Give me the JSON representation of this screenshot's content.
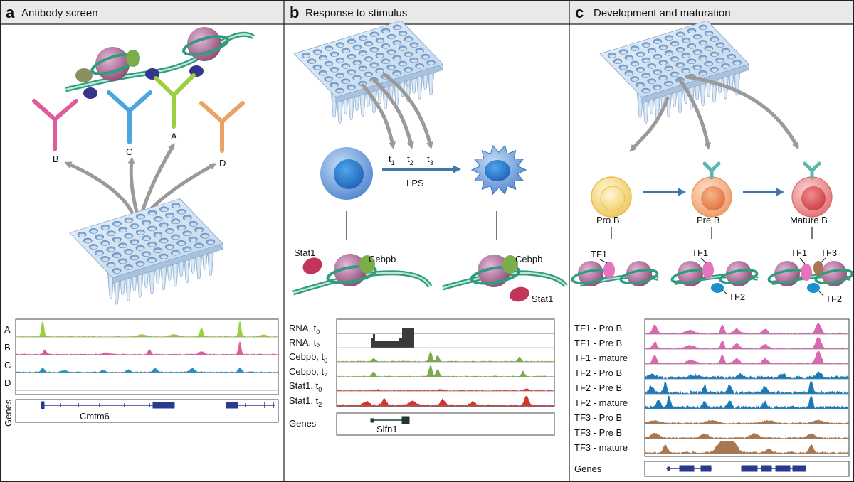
{
  "panels": [
    {
      "letter": "a",
      "title": "Antibody screen"
    },
    {
      "letter": "b",
      "title": "Response to stimulus"
    },
    {
      "letter": "c",
      "title": "Development and maturation"
    }
  ],
  "panel_a": {
    "antibodies": [
      {
        "label": "B",
        "color": "#e05a9c"
      },
      {
        "label": "C",
        "color": "#4aa6dc"
      },
      {
        "label": "A",
        "color": "#9ccf3e"
      },
      {
        "label": "D",
        "color": "#eba362"
      }
    ],
    "tracks": [
      {
        "label": "A",
        "color": "#9ccf3e"
      },
      {
        "label": "B",
        "color": "#e05a9c"
      },
      {
        "label": "C",
        "color": "#2a8ec0"
      },
      {
        "label": "D",
        "color": "#9ccf3e"
      }
    ],
    "genes_label": "Genes",
    "gene_name": "Cmtm6"
  },
  "panel_b": {
    "time_points": [
      "t",
      "t",
      "t"
    ],
    "time_subscripts": [
      "1",
      "2",
      "3"
    ],
    "stimulus": "LPS",
    "left_proteins": [
      "Stat1",
      "Cebpb"
    ],
    "right_proteins": [
      "Cebpb",
      "Stat1"
    ],
    "tracks": [
      {
        "label": "RNA, t",
        "sub": "0",
        "color": "#3a3a3a"
      },
      {
        "label": "RNA, t",
        "sub": "2",
        "color": "#3a3a3a"
      },
      {
        "label": "Cebpb, t",
        "sub": "0",
        "color": "#7cab4a"
      },
      {
        "label": "Cebpb, t",
        "sub": "2",
        "color": "#7cab4a"
      },
      {
        "label": "Stat1, t",
        "sub": "0",
        "color": "#d8322e"
      },
      {
        "label": "Stat1, t",
        "sub": "2",
        "color": "#d8322e"
      }
    ],
    "genes_label": "Genes",
    "gene_name": "Slfn1"
  },
  "panel_c": {
    "stages": [
      "Pro B",
      "Pre B",
      "Mature B"
    ],
    "tf_labels": {
      "tf1": "TF1",
      "tf2": "TF2",
      "tf3": "TF3"
    },
    "tracks": [
      {
        "label": "TF1 - Pro B",
        "color": "#d868b0"
      },
      {
        "label": "TF1 - Pre B",
        "color": "#d868b0"
      },
      {
        "label": "TF1 - mature",
        "color": "#d868b0"
      },
      {
        "label": "TF2 - Pro B",
        "color": "#1a7ab8"
      },
      {
        "label": "TF2 - Pre B",
        "color": "#1a7ab8"
      },
      {
        "label": "TF2 - mature",
        "color": "#1a7ab8"
      },
      {
        "label": "TF3 - Pro B",
        "color": "#a8774f"
      },
      {
        "label": "TF3 - Pre B",
        "color": "#a8774f"
      },
      {
        "label": "TF3 - mature",
        "color": "#a8774f"
      }
    ],
    "genes_label": "Genes"
  }
}
